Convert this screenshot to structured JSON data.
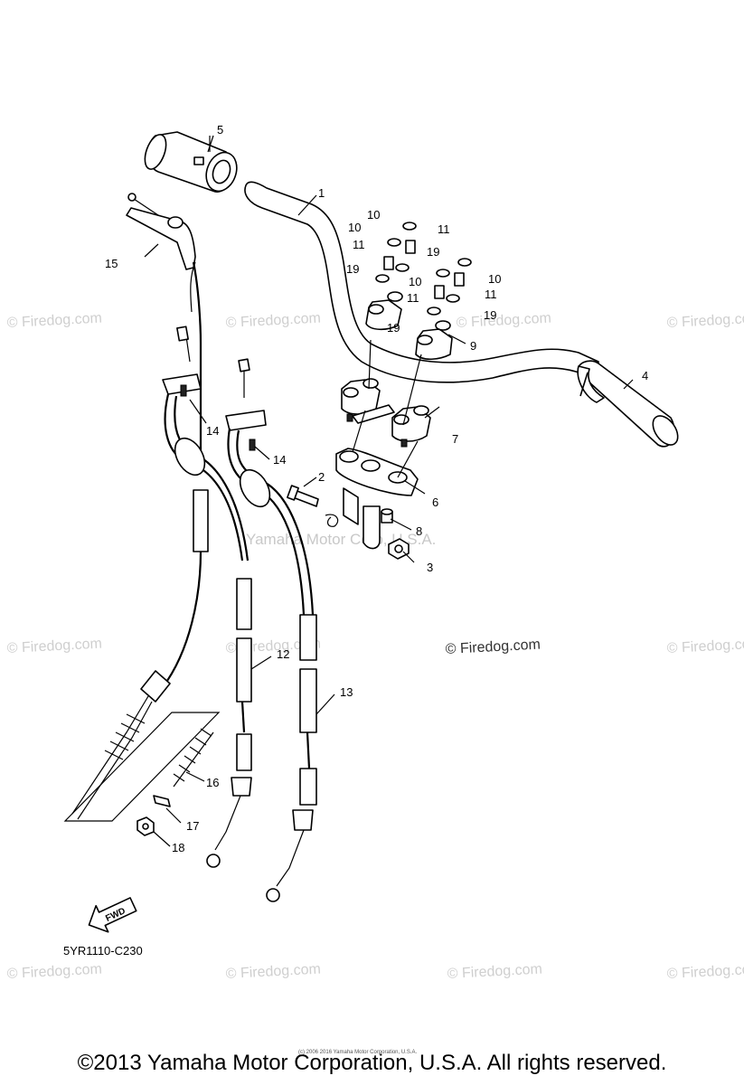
{
  "watermark_text": "© Firedog.com",
  "center_watermark": "Yamaha Motor Corp, U.S.A.",
  "firedog_label": "© Firedog.com",
  "diagram_code": "5YR1110-C230",
  "fwd_label": "FWD",
  "tiny_line": "(c) 2006 2016 Yamaha Motor Corporation, U.S.A.",
  "copyright": "©2013 Yamaha Motor Corporation, U.S.A. All rights reserved.",
  "callouts": {
    "c1": "1",
    "c2": "2",
    "c3": "3",
    "c4": "4",
    "c5": "5",
    "c6": "6",
    "c7": "7",
    "c8": "8",
    "c9": "9",
    "c10a": "10",
    "c10b": "10",
    "c10c": "10",
    "c10d": "10",
    "c11a": "11",
    "c11b": "11",
    "c11c": "11",
    "c11d": "11",
    "c12": "12",
    "c13": "13",
    "c14a": "14",
    "c14b": "14",
    "c15": "15",
    "c16": "16",
    "c17": "17",
    "c18": "18",
    "c19a": "19",
    "c19b": "19",
    "c19c": "19",
    "c19d": "19"
  }
}
